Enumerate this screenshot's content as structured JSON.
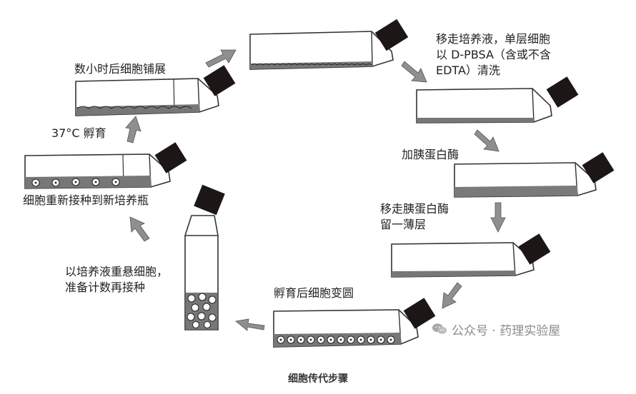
{
  "steps": [
    {
      "id": "step-remove-medium-wash",
      "text": "移走培养液，单层细胞以 D-PBSA（含或不含 EDTA）清洗"
    },
    {
      "id": "step-add-trypsin",
      "text": "加胰蛋白酶"
    },
    {
      "id": "step-remove-trypsin",
      "text": "移走胰蛋白酶留一薄层"
    },
    {
      "id": "step-incubate-round",
      "text": "孵育后细胞变圆"
    },
    {
      "id": "step-resuspend",
      "text": "以培养液重悬细胞，准备计数再接种"
    },
    {
      "id": "step-reseed",
      "text": "细胞重新接种到新培养瓶"
    },
    {
      "id": "step-incubate-37",
      "text": "37°C 孵育"
    },
    {
      "id": "step-spread",
      "text": "数小时后细胞铺展"
    }
  ],
  "caption": "细胞传代步骤",
  "watermark": {
    "text": "公众号 · 药理实验屋",
    "icon": "wechat-icon"
  },
  "colors": {
    "cap": "#1c1616",
    "arrow": "#8f8f8f",
    "outline": "#333333",
    "liquid": "#7a7a7a"
  }
}
